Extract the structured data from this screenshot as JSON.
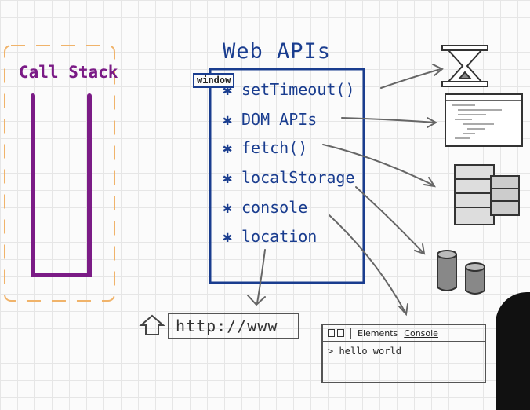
{
  "call_stack": {
    "title": "Call Stack"
  },
  "web_apis": {
    "title": "Web APIs",
    "window_label": "window",
    "items": [
      {
        "label": "setTimeout()"
      },
      {
        "label": "DOM APIs"
      },
      {
        "label": "fetch()"
      },
      {
        "label": "localStorage"
      },
      {
        "label": "console"
      },
      {
        "label": "location"
      }
    ]
  },
  "url_bar": {
    "text": "http://www"
  },
  "devtools": {
    "tabs": [
      {
        "label": "Elements"
      },
      {
        "label": "Console"
      }
    ],
    "console_output": "> hello world"
  },
  "colors": {
    "call_stack": "#7b1b86",
    "web_apis": "#1a3d8f",
    "dashed_border": "#f0b36a",
    "arrows": "#666666"
  },
  "icons": [
    "hourglass-icon",
    "html-document-icon",
    "server-rack-icon",
    "database-icon",
    "up-arrow-icon"
  ]
}
